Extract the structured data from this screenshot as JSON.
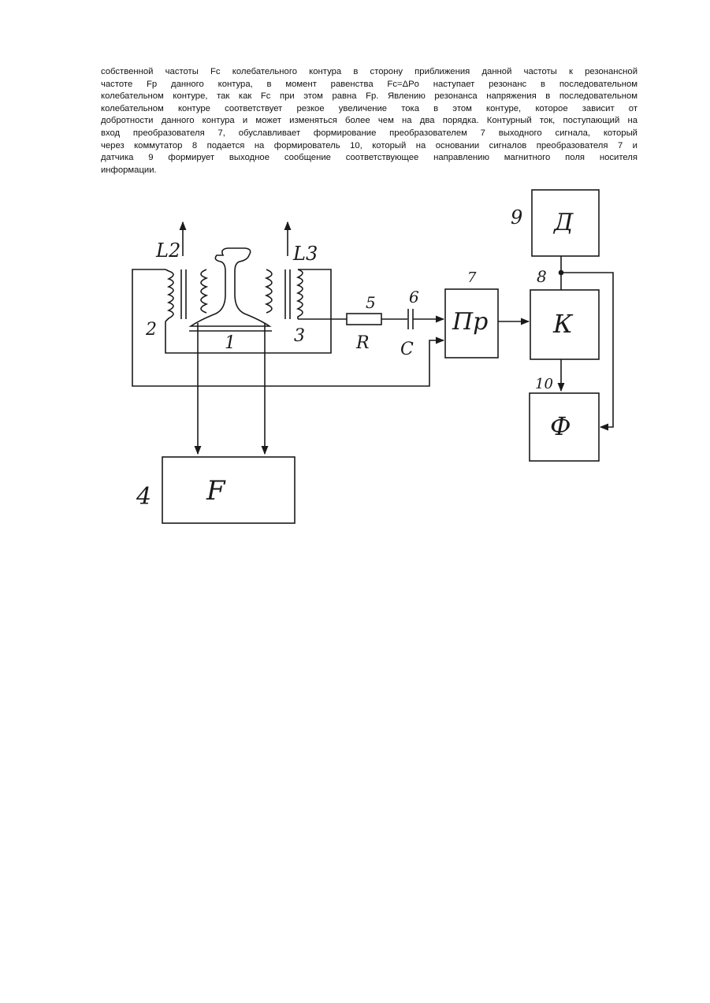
{
  "text": {
    "lines": [
      "собственной частоты Fc колебательного контура в сторону приближения данной частоты к резонансной",
      "частоте Fр данного контура, в момент равенства Fc=ΔPo наступает резонанс в последовательном",
      "колебательном контуре, так как Fc при этом равна Fр. Явлению резонанса напряжения в последовательном",
      "колебательном контуре соответствует резкое увеличение тока в этом контуре, которое зависит от",
      "добротности данного контура и может изменяться более чем на два порядка. Контурный ток, поступающий на",
      "вход преобразователя 7, обуславливает формирование преобразователем 7 выходного сигнала, который",
      "через коммутатор 8 подается на формирователь 10, который на основании сигналов преобразователя 7 и",
      "датчика 9 формирует выходное сообщение соответствующее направлению магнитного поля носителя",
      "информации."
    ]
  },
  "figure": {
    "coil_labels": {
      "l2": "L2",
      "l3": "L3"
    },
    "numbers": {
      "n1": "1",
      "n2": "2",
      "n3": "3",
      "n4": "4",
      "n5": "5",
      "n6": "6",
      "n7": "7",
      "n8": "8",
      "n9": "9",
      "n10": "10"
    },
    "component_labels": {
      "resistor": "R",
      "capacitor": "C"
    },
    "blocks": {
      "generator": "F",
      "converter": "Пр",
      "switch": "К",
      "sensor": "Д",
      "former": "Ф"
    },
    "line_color": "#1a1a1a"
  }
}
